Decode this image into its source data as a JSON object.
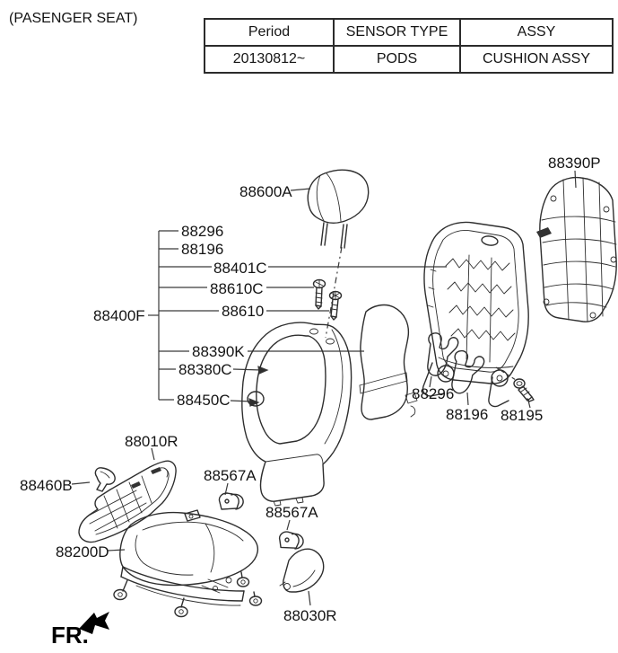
{
  "page": {
    "title": "(PASENGER SEAT)",
    "fr": "FR."
  },
  "table": {
    "headers": [
      "Period",
      "SENSOR TYPE",
      "ASSY"
    ],
    "rows": [
      [
        "20130812~",
        "PODS",
        "CUSHION ASSY"
      ]
    ]
  },
  "diagram": {
    "labels": [
      {
        "id": "88600A",
        "text": "88600A"
      },
      {
        "id": "88296-bracket",
        "text": "88296"
      },
      {
        "id": "88196-bracket",
        "text": "88196"
      },
      {
        "id": "88401C",
        "text": "88401C"
      },
      {
        "id": "88610C",
        "text": "88610C"
      },
      {
        "id": "88610",
        "text": "88610"
      },
      {
        "id": "88400F",
        "text": "88400F"
      },
      {
        "id": "88390K",
        "text": "88390K"
      },
      {
        "id": "88380C",
        "text": "88380C"
      },
      {
        "id": "88450C",
        "text": "88450C"
      },
      {
        "id": "88390P",
        "text": "88390P"
      },
      {
        "id": "88296-frame",
        "text": "88296"
      },
      {
        "id": "88196-frame",
        "text": "88196"
      },
      {
        "id": "88195",
        "text": "88195"
      },
      {
        "id": "88010R",
        "text": "88010R"
      },
      {
        "id": "88460B",
        "text": "88460B"
      },
      {
        "id": "88200D",
        "text": "88200D"
      },
      {
        "id": "88567A-upper",
        "text": "88567A"
      },
      {
        "id": "88567A-lower",
        "text": "88567A"
      },
      {
        "id": "88030R",
        "text": "88030R"
      }
    ]
  },
  "colors": {
    "line": "#2e2e2e",
    "label": "#141414",
    "background": "#ffffff"
  }
}
